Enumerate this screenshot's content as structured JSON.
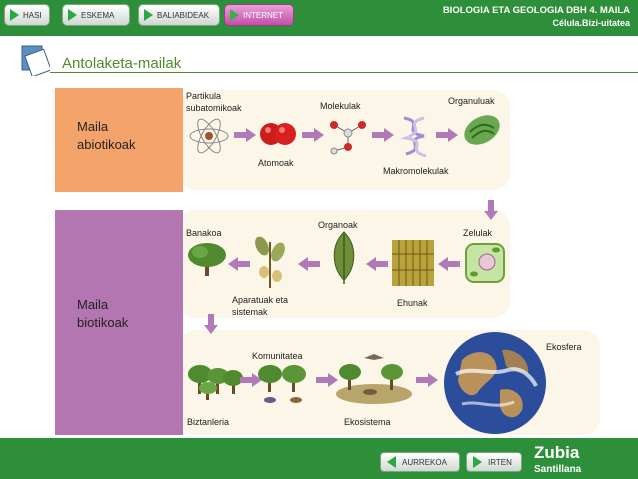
{
  "nav": {
    "buttons": [
      "HASI",
      "ESKEMA",
      "BALIABIDEAK",
      "INTERNET"
    ]
  },
  "header": {
    "title": "BIOLOGIA ETA GEOLOGIA DBH 4. MAILA",
    "subtitle": "Célula.Bizi-uitatea"
  },
  "section": {
    "title": "Antolaketa-mailak"
  },
  "groups": {
    "abiotic": [
      "Maila",
      "abiotikoak"
    ],
    "biotic": [
      "Maila",
      "biotikoak"
    ]
  },
  "levels": {
    "partikula": [
      "Partikula",
      "subatomikoak"
    ],
    "atomoak": "Atomoak",
    "molekulak": "Molekulak",
    "makromolekulak": "Makromolekulak",
    "organuluak": "Organuluak",
    "zelulak": "Zelulak",
    "ehunak": "Ehunak",
    "organoak": "Organoak",
    "aparatuak": [
      "Aparatuak eta",
      "sistemak"
    ],
    "banakoa": "Banakoa",
    "biztanleria": "Biztanleria",
    "komunitatea": "Komunitatea",
    "ekosistema": "Ekosistema",
    "ekosfera": "Ekosfera"
  },
  "footer": {
    "prev": "AURREKOA",
    "exit": "IRTEN",
    "brand": "Zubia",
    "publisher": "Santillana"
  },
  "colors": {
    "header_green": "#2e8f3a",
    "abiotic_box": "#f4a36a",
    "biotic_box": "#b476b0",
    "arrow": "#b07ab8",
    "title_green": "#4e8a2c"
  },
  "icons": [
    "play-arrow-icon",
    "page-icon",
    "atom-icon",
    "molecule-icon",
    "cell-icon",
    "leaf-icon",
    "tree-icon",
    "earth-icon"
  ]
}
